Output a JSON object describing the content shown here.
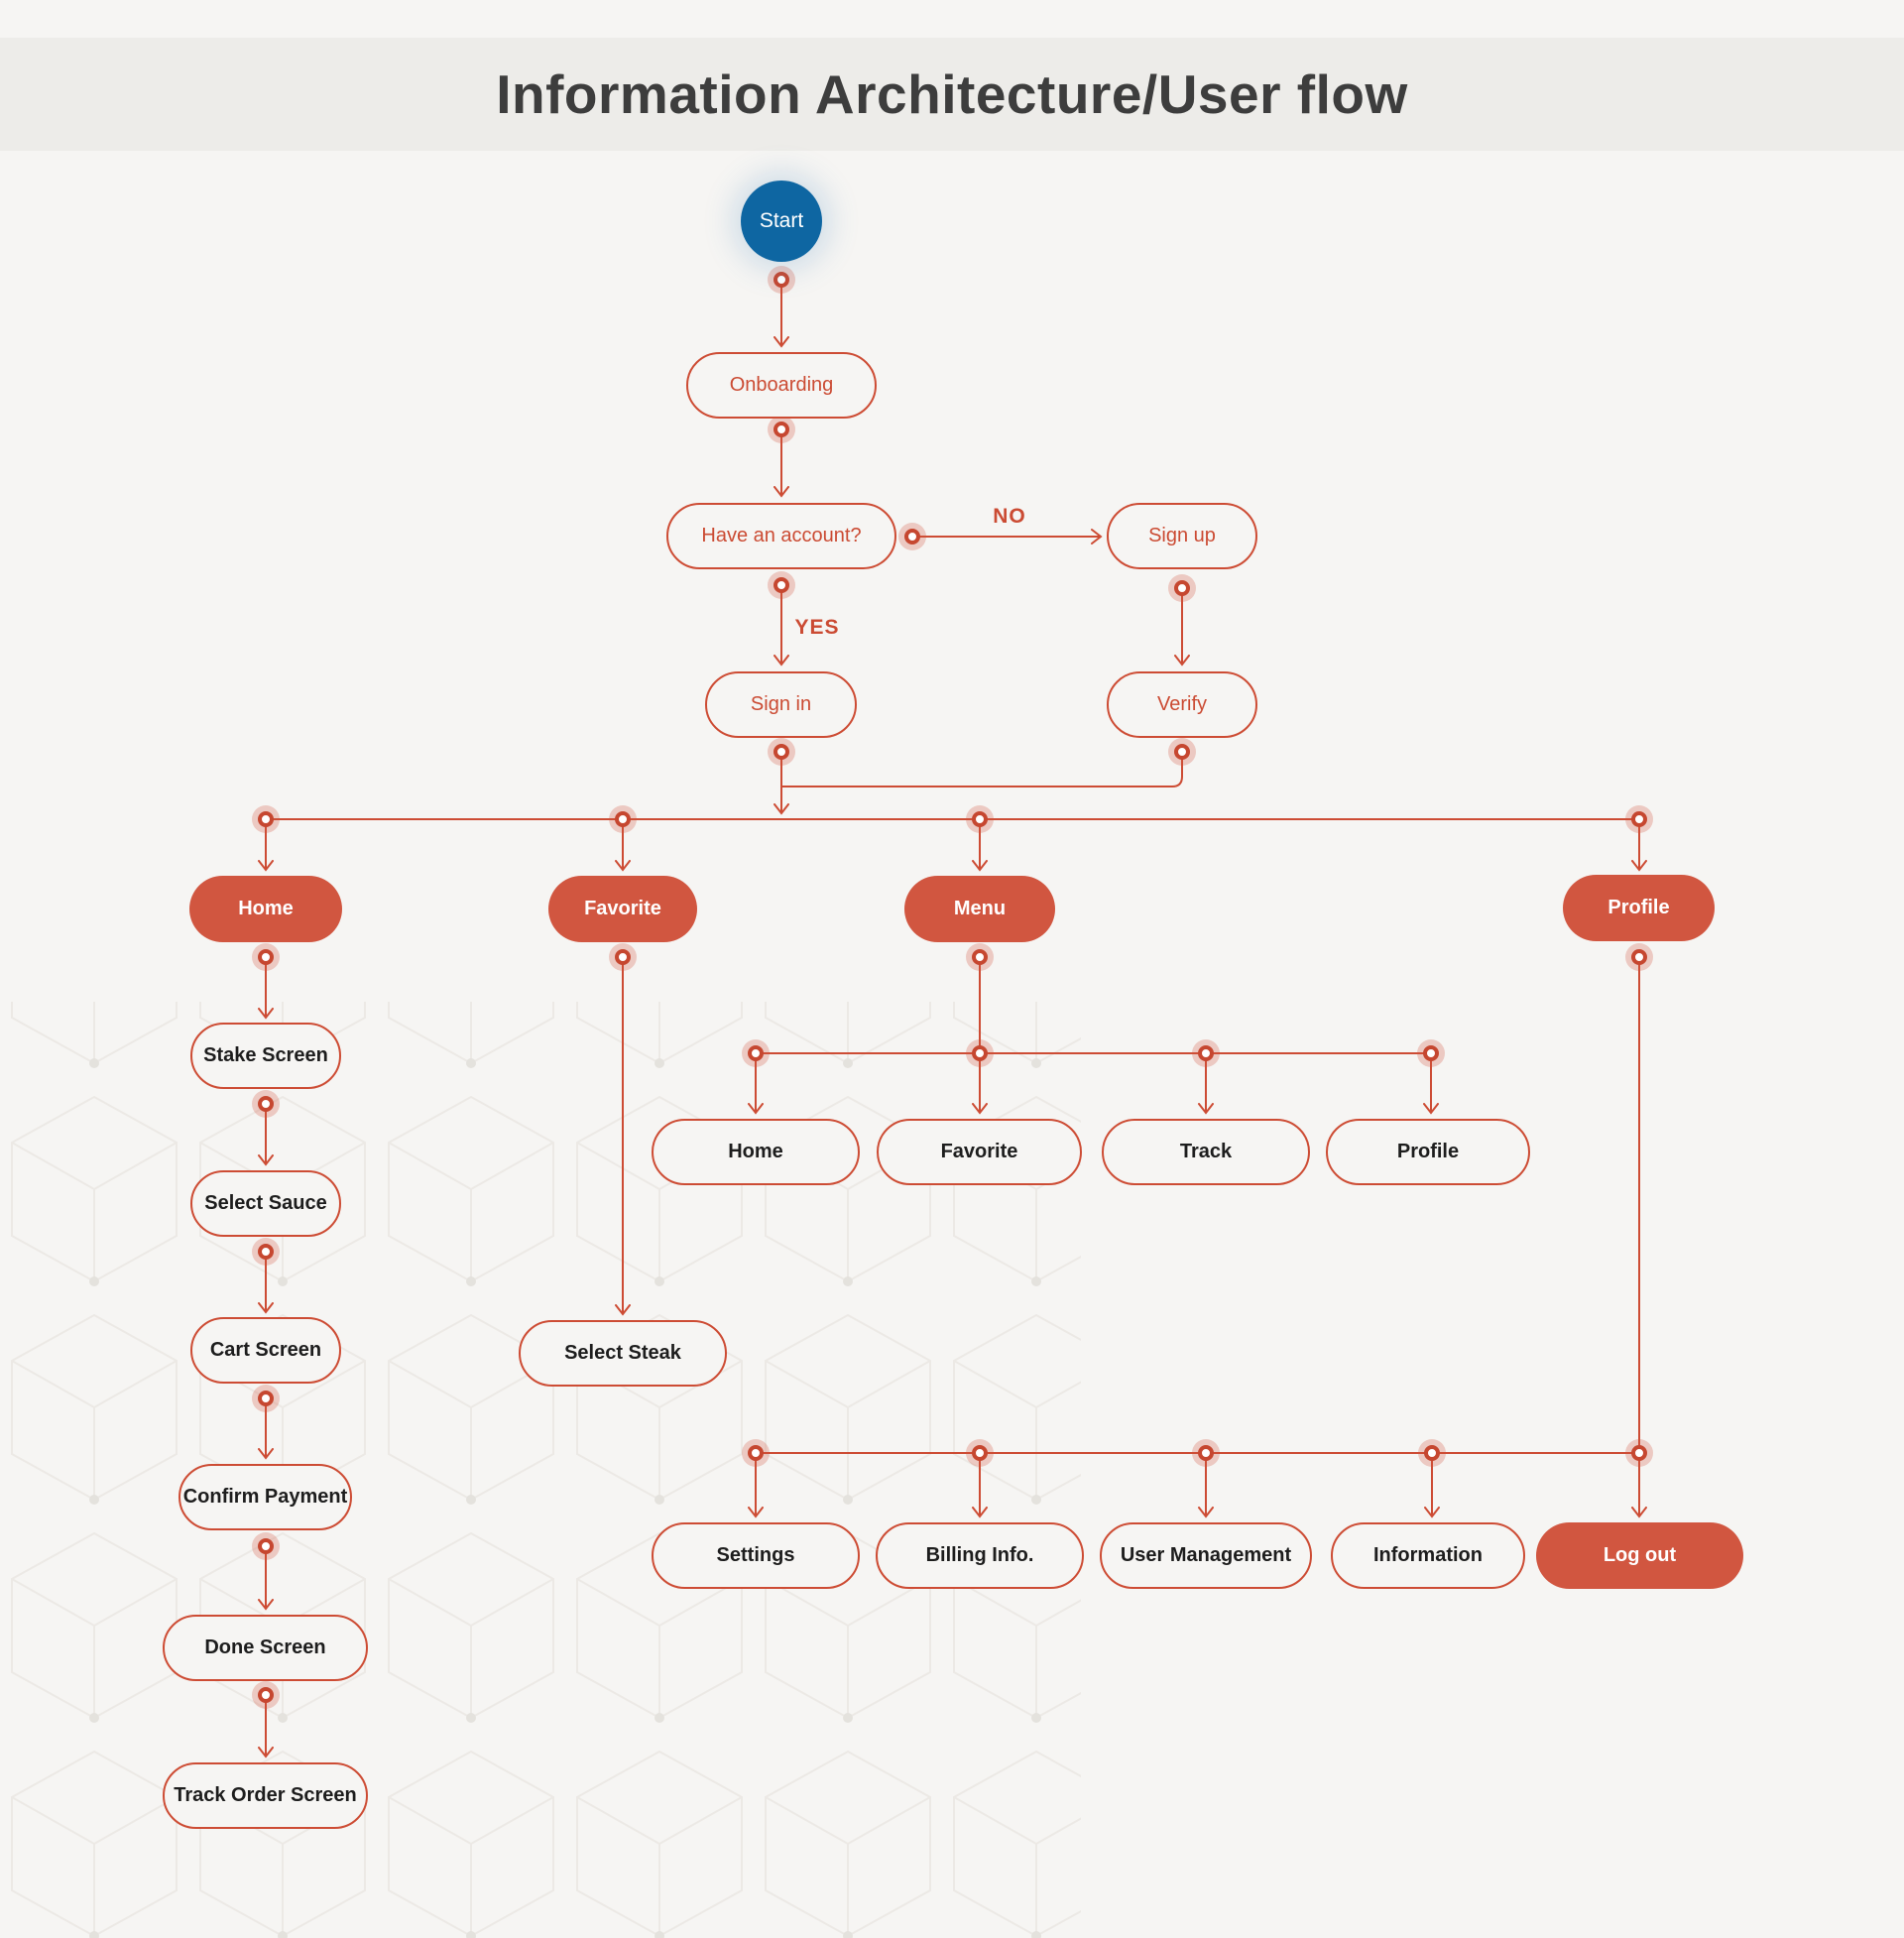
{
  "title": "Information Architecture/User flow",
  "flow": {
    "start": "Start",
    "onboarding": "Onboarding",
    "have_account": "Have an account?",
    "no_label": "NO",
    "yes_label": "YES",
    "sign_up": "Sign up",
    "sign_in": "Sign in",
    "verify": "Verify",
    "tabs": {
      "home": "Home",
      "favorite": "Favorite",
      "menu": "Menu",
      "profile": "Profile"
    },
    "home_flow": [
      "Stake Screen",
      "Select Sauce",
      "Cart Screen",
      "Confirm Payment",
      "Done Screen",
      "Track Order Screen"
    ],
    "favorite_flow": [
      "Select Steak"
    ],
    "menu_items": [
      "Home",
      "Favorite",
      "Track",
      "Profile"
    ],
    "profile_items": [
      "Settings",
      "Billing Info.",
      "User Management",
      "Information",
      "Log out"
    ]
  },
  "colors": {
    "accent_stroke": "#cd4c34",
    "accent_fill": "#d15640",
    "start_blue": "#0e66a2",
    "title_text": "#3d3d3d",
    "band_background": "#edece9",
    "page_background": "#f6f5f3"
  }
}
